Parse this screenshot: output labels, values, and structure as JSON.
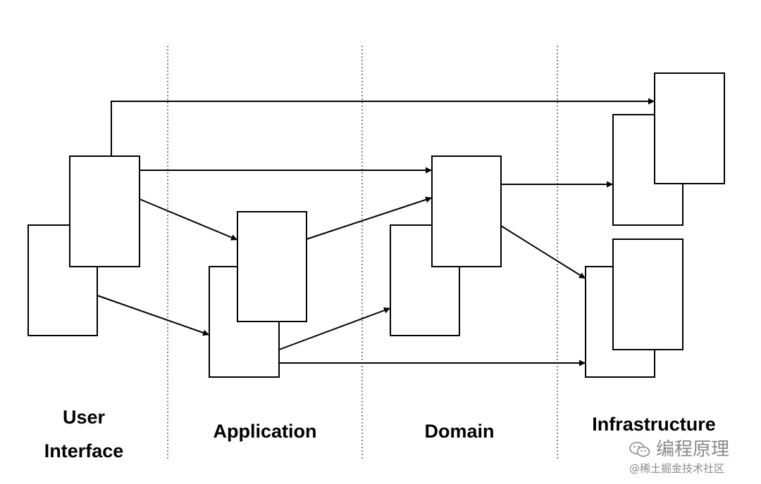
{
  "layers": [
    {
      "id": "ui",
      "lines": [
        "User",
        "Interface"
      ]
    },
    {
      "id": "app",
      "lines": [
        "Application"
      ]
    },
    {
      "id": "domain",
      "lines": [
        "Domain"
      ]
    },
    {
      "id": "infra",
      "lines": [
        "Infrastructure"
      ]
    }
  ],
  "watermark": {
    "channel": "编程原理",
    "source": "@稀土掘金技术社区",
    "icon": "wechat-icon"
  },
  "colors": {
    "stroke": "#000000",
    "background": "#ffffff",
    "watermark": "#8a8a8a"
  }
}
